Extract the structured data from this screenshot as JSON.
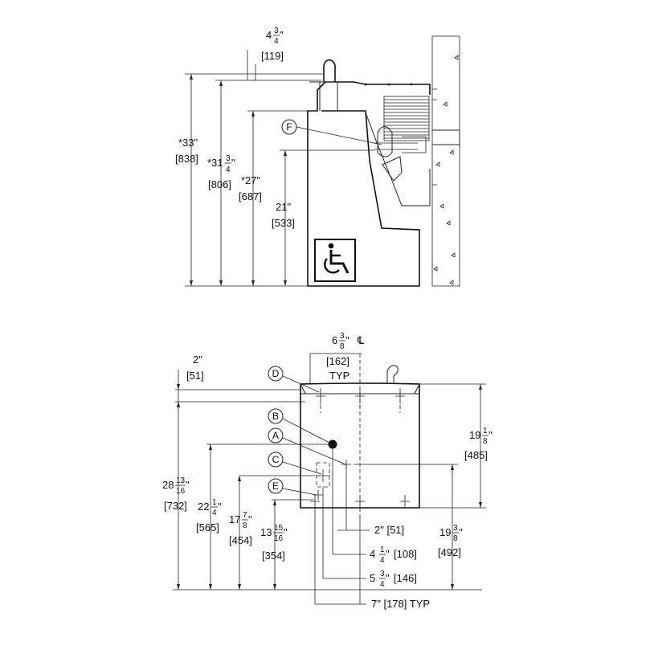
{
  "side_view": {
    "top_offset": {
      "whole": "4",
      "num": "3",
      "den": "4",
      "unit": "\"",
      "mm": "[119]"
    },
    "overall_height": {
      "text": "*33\"",
      "mm": "[838]"
    },
    "height_2": {
      "whole": "*31",
      "num": "3",
      "den": "4",
      "unit": "\"",
      "mm": "[806]"
    },
    "height_3": {
      "text": "*27\"",
      "mm": "[687]"
    },
    "height_4": {
      "text": "21\"",
      "mm": "[533]"
    },
    "callout_f": "F",
    "accessibility_symbol": "wheelchair-icon"
  },
  "front_view": {
    "left_top": {
      "text": "2\"",
      "mm": "[51]"
    },
    "spacing": {
      "whole": "6",
      "num": "3",
      "den": "8",
      "unit": "\"",
      "mm": "[162]",
      "note": "TYP"
    },
    "centerline": "℄",
    "callouts": [
      "D",
      "B",
      "A",
      "C",
      "E"
    ],
    "height_right": {
      "whole": "19",
      "num": "1",
      "den": "8",
      "unit": "\"",
      "mm": "[485]"
    },
    "height_right_2": {
      "whole": "19",
      "num": "3",
      "den": "8",
      "unit": "\"",
      "mm": "[492]"
    },
    "height_a": {
      "whole": "28",
      "num": "13",
      "den": "16",
      "unit": "\"",
      "mm": "[732]"
    },
    "height_b": {
      "whole": "22",
      "num": "1",
      "den": "4",
      "unit": "\"",
      "mm": "[565]"
    },
    "height_c": {
      "whole": "17",
      "num": "7",
      "den": "8",
      "unit": "\"",
      "mm": "[454]"
    },
    "height_d": {
      "whole": "13",
      "num": "15",
      "den": "16",
      "unit": "\"",
      "mm": "[354]"
    },
    "horiz_1": {
      "text": "2\" [51]"
    },
    "horiz_2": {
      "whole": "4",
      "num": "1",
      "den": "4",
      "unit": "\"",
      "mm": "[108]"
    },
    "horiz_3": {
      "whole": "5",
      "num": "3",
      "den": "4",
      "unit": "\"",
      "mm": "[146]"
    },
    "horiz_4": {
      "text": "7\" [178] TYP"
    }
  }
}
